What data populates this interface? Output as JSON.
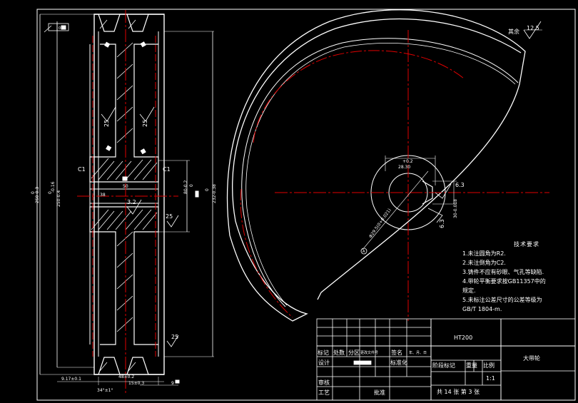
{
  "surface_finish_note": {
    "label": "其余",
    "value": "12.5"
  },
  "left_view": {
    "dims_left": [
      "0",
      "250-0.3",
      "0",
      "250-0.4",
      "-0.16"
    ],
    "dims_right": [
      "0",
      "232-0.38",
      "0",
      "80-0.2"
    ],
    "chamfer_left": "C1",
    "chamfer_right": "C1",
    "roughness": [
      "25",
      "25",
      "3.2",
      "25",
      "25"
    ],
    "hub_dim_a": "50",
    "hub_dim_b": "38",
    "bottom_dims": [
      "9.17±0.1",
      "48±0.2",
      "15±0.3",
      "9",
      "34°±1°"
    ],
    "tol_box": [
      "0.0"
    ]
  },
  "right_view": {
    "bore_dims": [
      "+0.2",
      "28.30",
      "30-0.018",
      "6.3",
      "6.3",
      "Φ29.5(0+0.021)"
    ],
    "datum": "A"
  },
  "tech_requirements": {
    "title": "技术要求",
    "items": [
      "1.未注圆角为R2.",
      "2.未注倒角为C2.",
      "3.铸件不应有砂眼、气孔等缺陷.",
      "4.带轮平衡要求按GB11357中的",
      "  规定.",
      "5.未标注公差尺寸的公差等级为",
      "GB/T 1804-m."
    ]
  },
  "title_block": {
    "material": "HT200",
    "part_name": "大带轮",
    "row_labels": [
      "标记",
      "处数",
      "分区",
      "更改文件号",
      "签名",
      "年、月、日"
    ],
    "design": "设计",
    "standardize": "标准化",
    "stage_mark": "阶段标记",
    "weight": "重量",
    "scale": "比例",
    "scale_value": "1:1",
    "review": "审核",
    "process": "工艺",
    "approve": "批准",
    "sheets": "共 14 张  第 3 张"
  }
}
